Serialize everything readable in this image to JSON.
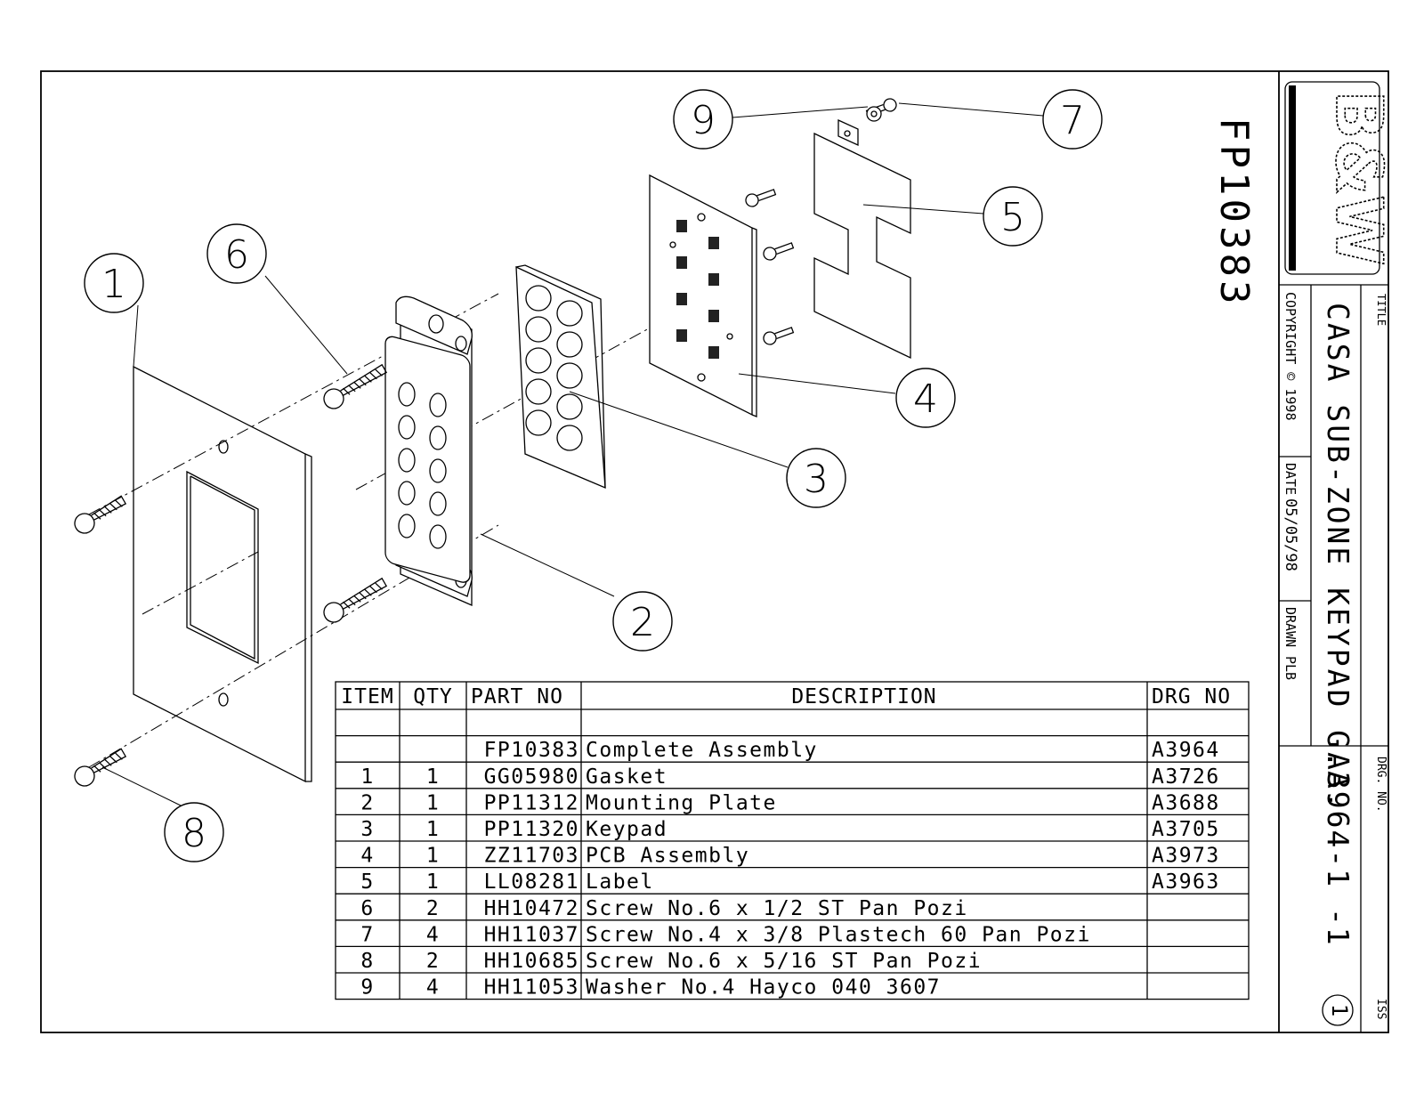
{
  "drawing_number_vertical": "FP10383",
  "title_block": {
    "logo": "B&W",
    "title_label": "TITLE",
    "title": "CASA SUB-ZONE KEYPAD G.A.",
    "copyright": "COPYRIGHT © 1998",
    "date_label": "DATE",
    "date": "05/05/98",
    "drawn_label": "DRAWN",
    "drawn": "PLB",
    "drg_no_label": "DRG. NO.",
    "drg_no": "A3964-1 -1",
    "iss_label": "ISS",
    "iss": "1"
  },
  "balloons": [
    "1",
    "2",
    "3",
    "4",
    "5",
    "6",
    "7",
    "8",
    "9"
  ],
  "parts_list": {
    "headers": [
      "ITEM",
      "QTY",
      "PART NO",
      "DESCRIPTION",
      "DRG NO"
    ],
    "rows": [
      [
        "",
        "",
        "",
        "",
        ""
      ],
      [
        "",
        "",
        "FP10383",
        "Complete Assembly",
        "A3964"
      ],
      [
        "1",
        "1",
        "GG05980",
        "Gasket",
        "A3726"
      ],
      [
        "2",
        "1",
        "PP11312",
        "Mounting Plate",
        "A3688"
      ],
      [
        "3",
        "1",
        "PP11320",
        "Keypad",
        "A3705"
      ],
      [
        "4",
        "1",
        "ZZ11703",
        "PCB Assembly",
        "A3973"
      ],
      [
        "5",
        "1",
        "LL08281",
        "Label",
        "A3963"
      ],
      [
        "6",
        "2",
        "HH10472",
        "Screw No.6 x 1/2 ST Pan Pozi",
        ""
      ],
      [
        "7",
        "4",
        "HH11037",
        "Screw No.4 x 3/8 Plastech 60 Pan Pozi",
        ""
      ],
      [
        "8",
        "2",
        "HH10685",
        "Screw No.6 x 5/16 ST Pan Pozi",
        ""
      ],
      [
        "9",
        "4",
        "HH11053",
        "Washer No.4 Hayco 040 3607",
        ""
      ]
    ]
  }
}
